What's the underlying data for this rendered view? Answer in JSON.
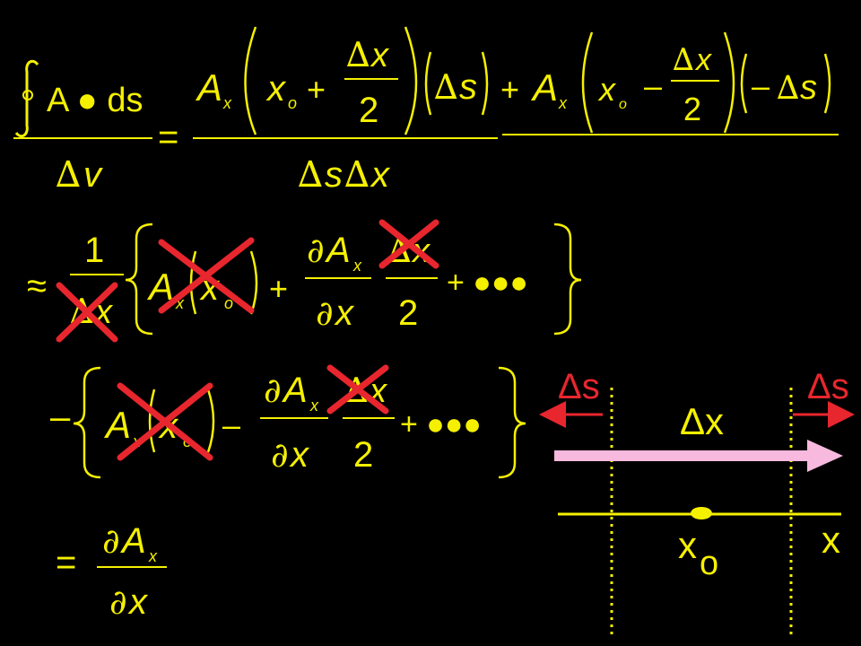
{
  "colors": {
    "background": "#000000",
    "math_text": "#f5f000",
    "cancel_marks": "#e8262e",
    "arrow_fill": "#f7b9dd",
    "delta_s_labels": "#e8262e"
  },
  "row1": {
    "integrand": "A ● ds",
    "lhs_den": "v",
    "ax": "A",
    "ax_sub": "x",
    "x0": "x",
    "x0_sub": "o",
    "dx": "x",
    "two": "2",
    "ds": "s",
    "plus": "+",
    "minus": "–",
    "rhs_den_s": "s",
    "rhs_den_x": "x",
    "equals": "="
  },
  "row2": {
    "approx": "≈",
    "one": "1",
    "dx": "x",
    "ax": "A",
    "ax_sub": "x",
    "x0": "x",
    "x0_sub": "o",
    "plus": "+",
    "pd_num": "A",
    "pd_num_sub": "x",
    "pd_den": "x",
    "dx2": "x",
    "two": "2",
    "dots": "+ ●●●"
  },
  "row3": {
    "minus": "–",
    "ax": "A",
    "ax_sub": "x",
    "x0": "x",
    "x0_sub": "o",
    "minus2": "–",
    "pd_num": "A",
    "pd_num_sub": "x",
    "pd_den": "x",
    "dx": "x",
    "two": "2",
    "dots": "+ ●●●"
  },
  "row4": {
    "equals": "=",
    "pd_num": "A",
    "pd_num_sub": "x",
    "pd_den": "x"
  },
  "diagram": {
    "ds_left": "Δs",
    "ds_right": "Δs",
    "dx_label": "Δx",
    "axis_label": "x",
    "point_label": "x",
    "point_sub": "o"
  }
}
